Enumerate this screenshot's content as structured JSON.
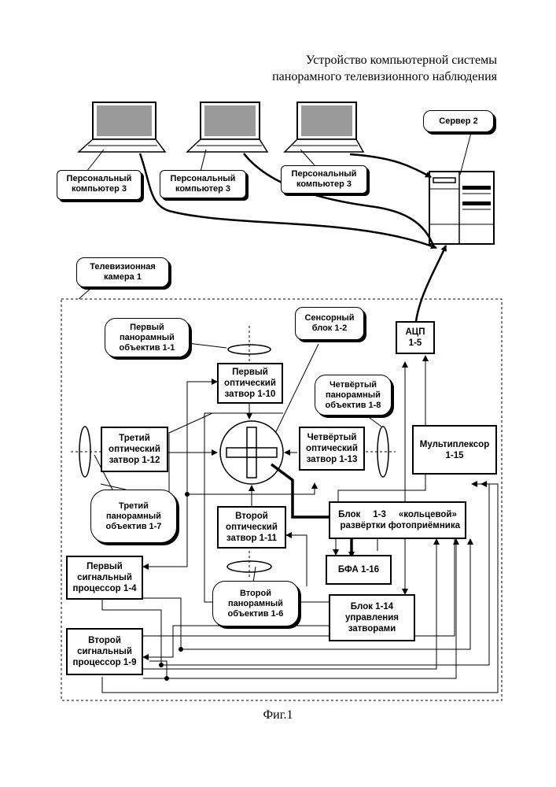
{
  "title": {
    "line1": "Устройство компьютерной системы",
    "line2": "панорамного телевизионного наблюдения"
  },
  "pc": [
    {
      "label": "Персональный\nкомпьютер 3"
    },
    {
      "label": "Персональный\nкомпьютер 3"
    },
    {
      "label": "Персональный\nкомпьютер 3"
    }
  ],
  "server": {
    "label": "Сервер 2"
  },
  "camera": {
    "label": "Телевизионная\nкамера 1"
  },
  "lens": {
    "first": "Первый\nпанорамный\nобъектив 1-1",
    "second": "Второй\nпанорамный\nобъектив 1-6",
    "third": "Третий\nпанорамный\nобъектив  1-7",
    "fourth": "Четвёртый\nпанорамный\nобъектив 1-8"
  },
  "sensor": {
    "label": "Сенсорный\nблок 1-2"
  },
  "blocks": {
    "shutter_1_10": "Первый\nоптический\nзатвор 1-10",
    "shutter_1_12": "Третий\nоптический\nзатвор 1-12",
    "shutter_1_13": "Четвёртый\nоптический\nзатвор 1-13",
    "shutter_1_11": "Второй\nоптический\nзатвор 1-11",
    "adc": "АЦП\n1-5",
    "mux": "Мультиплексор\n1-15",
    "scan_line1": "Блок     1-3     «кольцевой»",
    "scan_line2": "развёртки фотоприёмника",
    "bfa": "БФА 1-16",
    "shutter_ctrl": "Блок 1-14\nуправления\nзатворами",
    "sp1": "Первый\nсигнальный\nпроцессор 1-4",
    "sp2": "Второй\nсигнальный\nпроцессор 1-9"
  },
  "figure": {
    "caption": "Фиг.1"
  }
}
